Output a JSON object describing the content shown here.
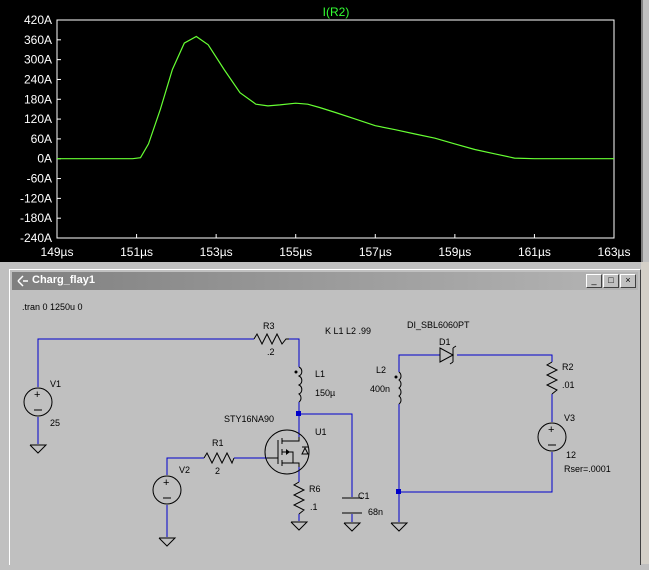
{
  "plot": {
    "title": "I(R2)",
    "y_ticks": [
      "420A",
      "360A",
      "300A",
      "240A",
      "180A",
      "120A",
      "60A",
      "0A",
      "-60A",
      "-120A",
      "-180A",
      "-240A"
    ],
    "x_ticks": [
      "149µs",
      "151µs",
      "153µs",
      "155µs",
      "157µs",
      "159µs",
      "161µs",
      "163µs"
    ],
    "trace_color": "#66ff33"
  },
  "chart_data": {
    "type": "line",
    "title": "I(R2)",
    "xlabel": "",
    "ylabel": "",
    "xlim": [
      149,
      163
    ],
    "ylim": [
      -240,
      420
    ],
    "x_unit": "µs",
    "y_unit": "A",
    "series": [
      {
        "name": "I(R2)",
        "x": [
          149,
          150.5,
          150.9,
          151.1,
          151.3,
          151.6,
          151.9,
          152.2,
          152.5,
          152.8,
          153.2,
          153.6,
          154.0,
          154.3,
          154.6,
          155.0,
          155.3,
          155.6,
          156.0,
          156.5,
          157.0,
          157.5,
          158.0,
          158.5,
          159.0,
          159.5,
          160.0,
          160.5,
          161.0,
          162.0,
          163.0
        ],
        "y": [
          0,
          0,
          0,
          3,
          45,
          150,
          270,
          350,
          370,
          345,
          270,
          200,
          165,
          160,
          163,
          168,
          165,
          155,
          140,
          120,
          100,
          88,
          75,
          62,
          45,
          28,
          15,
          2,
          0,
          0,
          0
        ]
      }
    ]
  },
  "schematic": {
    "window_title": "Charg_flay1",
    "directive": ".tran 0 1250u 0",
    "coupling": "K L1 L2 .99",
    "components": {
      "R3": {
        "name": "R3",
        "value": ".2"
      },
      "L1": {
        "name": "L1",
        "value": "150µ"
      },
      "V1": {
        "name": "V1",
        "value": "25"
      },
      "U1": {
        "name": "U1",
        "model": "STY16NA90"
      },
      "R1": {
        "name": "R1",
        "value": "2"
      },
      "V2": {
        "name": "V2"
      },
      "R6": {
        "name": "R6",
        "value": ".1"
      },
      "C1": {
        "name": "C1",
        "value": "68n"
      },
      "D1": {
        "name": "D1",
        "model": "DI_SBL6060PT"
      },
      "L2": {
        "name": "L2",
        "value": "400n"
      },
      "R2": {
        "name": "R2",
        "value": ".01"
      },
      "V3": {
        "name": "V3",
        "value": "12",
        "rser": "Rser=.0001"
      }
    }
  },
  "window_buttons": {
    "minimize": "_",
    "maximize": "□",
    "close": "×"
  }
}
